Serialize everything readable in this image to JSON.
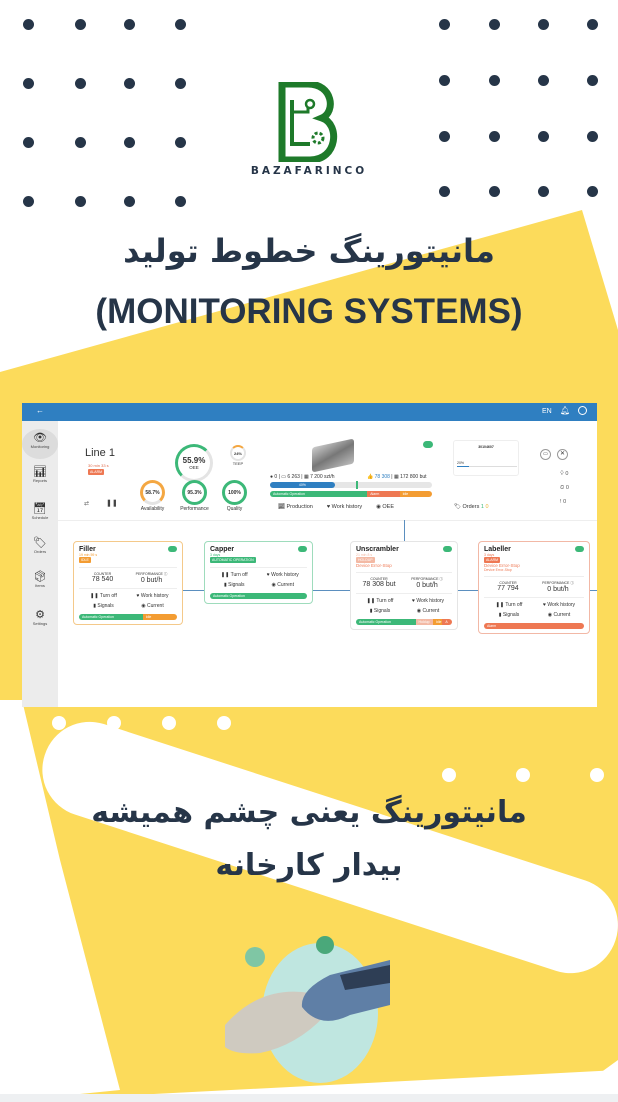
{
  "brand": {
    "name": "BAZAFARINCO",
    "logo_color": "#1e7a2a"
  },
  "headline": {
    "fa": "مانیتورینگ خطوط تولید",
    "en": "(MONITORING SYSTEMS)"
  },
  "tagline": {
    "line1": "مانیتورینگ یعنی چشم همیشه",
    "line2": "بیدار کارخانه"
  },
  "colors": {
    "yellow": "#fcdb5b",
    "dark": "#263548",
    "topbar": "#2f7fc1",
    "green": "#3cb878",
    "orange": "#f39c32",
    "red": "#ee7853"
  },
  "dashboard": {
    "topbar": {
      "back_icon": "arrow-left-icon",
      "language": "EN",
      "bell_icon": "bell-icon",
      "user_icon": "user-icon"
    },
    "sidebar": [
      {
        "label": "Monitoring",
        "icon": "eye-icon",
        "active": true
      },
      {
        "label": "Reports",
        "icon": "chart-icon"
      },
      {
        "label": "Schedule",
        "icon": "calendar-icon"
      },
      {
        "label": "Orders",
        "icon": "tags-icon"
      },
      {
        "label": "Items",
        "icon": "box-icon"
      },
      {
        "label": "Settings",
        "icon": "gear-icon"
      }
    ],
    "line": {
      "title": "Line 1",
      "duration": "30 min 33 s",
      "status": "ALARM"
    },
    "kpis": {
      "oee": {
        "value": "55.9%",
        "label": "OEE",
        "pct": 55.9
      },
      "teep": {
        "value": "24%",
        "label": "TEEP",
        "pct": 24
      },
      "availability": {
        "value": "58.7%",
        "label": "Availability",
        "pct": 58.7
      },
      "performance": {
        "value": "95.3%",
        "label": "Performance",
        "pct": 95.3
      },
      "quality": {
        "value": "100%",
        "label": "Quality",
        "pct": 100
      }
    },
    "stats": {
      "left": "● 0 | ▭ 6 263 | ▦ 7 200 szt/h",
      "right_good": "👍 78 308",
      "right_total": " | ▦ 172 800 but"
    },
    "progress": {
      "value": "40%",
      "pct": 40
    },
    "status_bar": [
      {
        "label": "Automatic Operation",
        "pct": 60,
        "color": "#3cb878"
      },
      {
        "label": "Alarm",
        "pct": 20,
        "color": "#ee7853"
      },
      {
        "label": "Idle",
        "pct": 20,
        "color": "#f39c32"
      }
    ],
    "links": {
      "production": "Production",
      "work_history": "Work history",
      "oee": "OEE",
      "orders": "Orders",
      "orders_ok": "1",
      "orders_warn": "0"
    },
    "order_card": {
      "id": "30104607",
      "progress": "20%",
      "pct": 20
    },
    "counters": {
      "bulb": "0",
      "clock": "0",
      "alert": "0"
    },
    "machines": [
      {
        "name": "Filler",
        "time": "19 min 59 s",
        "status": "IDLE",
        "status_color": "#f39c32",
        "border": "#f4c98a",
        "counter_label": "COUNTER",
        "counter": "78 540",
        "perf_label": "PERFORMANCE",
        "perf": "0 but/h",
        "bar": [
          {
            "label": "Automatic Operation",
            "pct": 65,
            "color": "#3cb878"
          },
          {
            "label": "Idle",
            "pct": 35,
            "color": "#f39c32"
          }
        ]
      },
      {
        "name": "Capper",
        "time": "3 days",
        "status": "AUTOMATIC OPERATION",
        "status_color": "#3cb878",
        "border": "#9edcbc",
        "bar": [
          {
            "label": "Automatic Operation",
            "pct": 100,
            "color": "#3cb878"
          }
        ]
      },
      {
        "name": "Unscrambler",
        "time": "21 min 8 s",
        "status": "HOLDUP",
        "status_color": "#f3b9a4",
        "border": "#e5e5e5",
        "note": "Device Error-Stop",
        "counter_label": "COUNTER",
        "counter": "78 308 but",
        "perf_label": "PERFORMANCE",
        "perf": "0 but/h",
        "bar": [
          {
            "label": "Automatic Operation",
            "pct": 62,
            "color": "#3cb878"
          },
          {
            "label": "Holdup",
            "pct": 18,
            "color": "#f3b9a4"
          },
          {
            "label": "Idle",
            "pct": 10,
            "color": "#f39c32"
          },
          {
            "label": "A",
            "pct": 10,
            "color": "#ee7853"
          }
        ]
      },
      {
        "name": "Labeller",
        "time": "3 days",
        "status": "ALARM",
        "status_color": "#ee7853",
        "border": "#f2b8a6",
        "note": "Device Error-Stop",
        "note2": "Device Error-Stop",
        "counter_label": "COUNTER",
        "counter": "77 794",
        "perf_label": "PERFORMANCE",
        "perf": "0 but/h",
        "bar": [
          {
            "label": "Alarm",
            "pct": 100,
            "color": "#ee7853"
          }
        ]
      }
    ],
    "actions": {
      "turn_off": "Turn off",
      "work_history": "Work history",
      "signals": "Signals",
      "current": "Current"
    }
  }
}
